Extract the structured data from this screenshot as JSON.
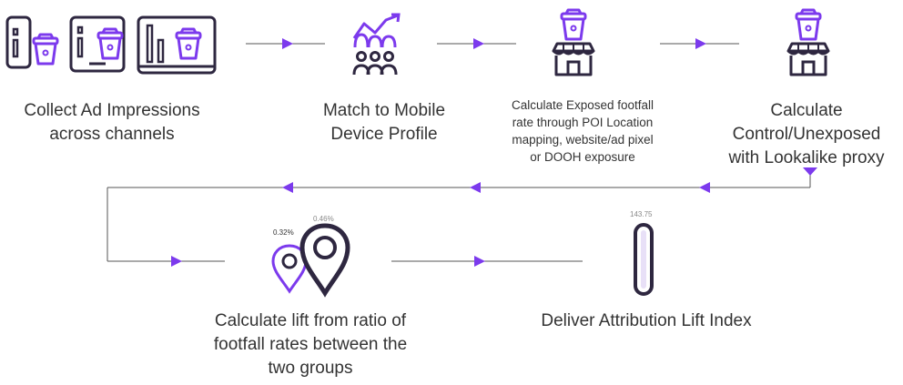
{
  "colors": {
    "accent": "#7c3aed",
    "dark": "#2e2740",
    "line": "#555555",
    "muted": "#888888"
  },
  "steps": [
    {
      "text": "Collect Ad Impressions across channels",
      "lines": [
        "Collect Ad Impressions",
        "across channels"
      ]
    },
    {
      "text": "Match to Mobile Device Profile",
      "lines": [
        "Match to Mobile",
        "Device Profile"
      ]
    },
    {
      "text": "Calculate Exposed footfall rate through POI Location mapping, website/ad pixel or DOOH exposure",
      "lines": [
        "Calculate Exposed footfall",
        "rate through POI Location",
        "mapping, website/ad pixel",
        "or DOOH exposure"
      ]
    },
    {
      "text": "Calculate Control/Unexposed with Lookalike proxy",
      "lines": [
        "Calculate",
        "Control/Unexposed",
        "with Lookalike proxy"
      ]
    },
    {
      "text": "Calculate lift from ratio of footfall rates between the two groups",
      "lines": [
        "Calculate lift from ratio of",
        "footfall rates between the",
        "two groups"
      ]
    },
    {
      "text": "Deliver Attribution Lift Index",
      "lines": [
        "Deliver Attribution Lift Index"
      ]
    }
  ],
  "values": {
    "exposed_rate": "0.46%",
    "control_rate": "0.32%",
    "lift_index": "143.75"
  }
}
